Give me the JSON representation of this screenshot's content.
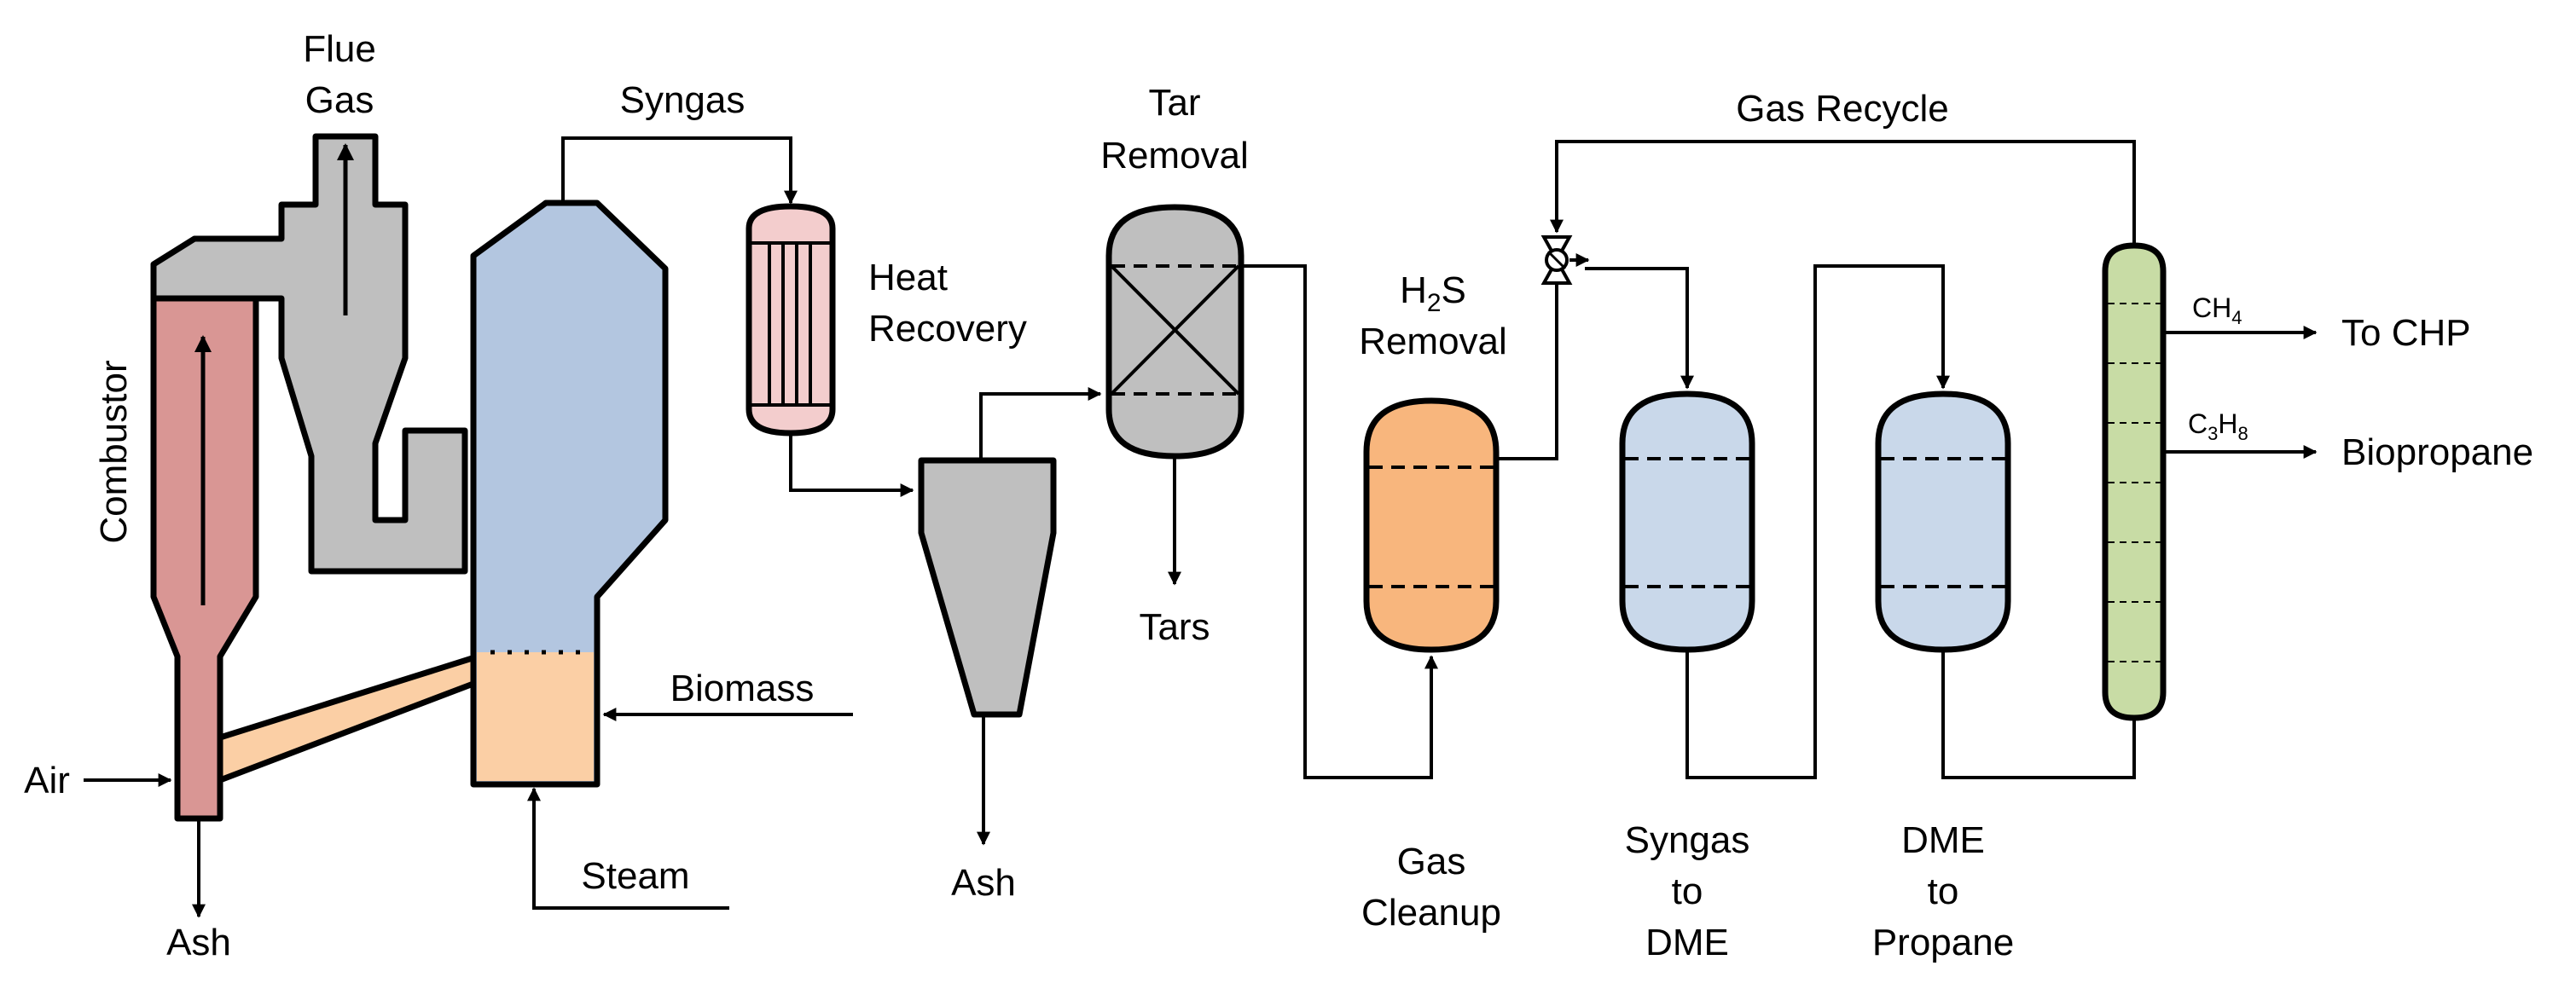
{
  "labels": {
    "flue": "Flue",
    "gas": "Gas",
    "syngas": "Syngas",
    "combustor": "Combustor",
    "heat": "Heat",
    "recovery": "Recovery",
    "tar": "Tar",
    "removal": "Removal",
    "tars": "Tars",
    "h2s_h": "H",
    "h2s_2": "2",
    "h2s_s": "S",
    "h2s_removal": "Removal",
    "gas_recycle": "Gas Recycle",
    "biomass": "Biomass",
    "steam": "Steam",
    "air": "Air",
    "ash_left": "Ash",
    "ash_mid": "Ash",
    "gas_cleanup_1": "Gas",
    "gas_cleanup_2": "Cleanup",
    "syngas_dme_1": "Syngas",
    "syngas_dme_2": "to",
    "syngas_dme_3": "DME",
    "dme_propane_1": "DME",
    "dme_propane_2": "to",
    "dme_propane_3": "Propane",
    "ch4_c": "CH",
    "ch4_4": "4",
    "c3h8_c": "C",
    "c3h8_3": "3",
    "c3h8_h": "H",
    "c3h8_8": "8",
    "to_chp": "To CHP",
    "biopropane": "Biopropane"
  },
  "colors": {
    "combustor": "#d99694",
    "cyclone": "#bfbfbf",
    "gasifier": "#b3c6e0",
    "gasifier_bed": "#fbcfa5",
    "heat_exchanger": "#f3cdcd",
    "tar_reactor": "#bfbfbf",
    "h2s_reactor": "#f8b67d",
    "dme_reactor": "#c9d8ea",
    "distillation": "#c8dca5"
  }
}
